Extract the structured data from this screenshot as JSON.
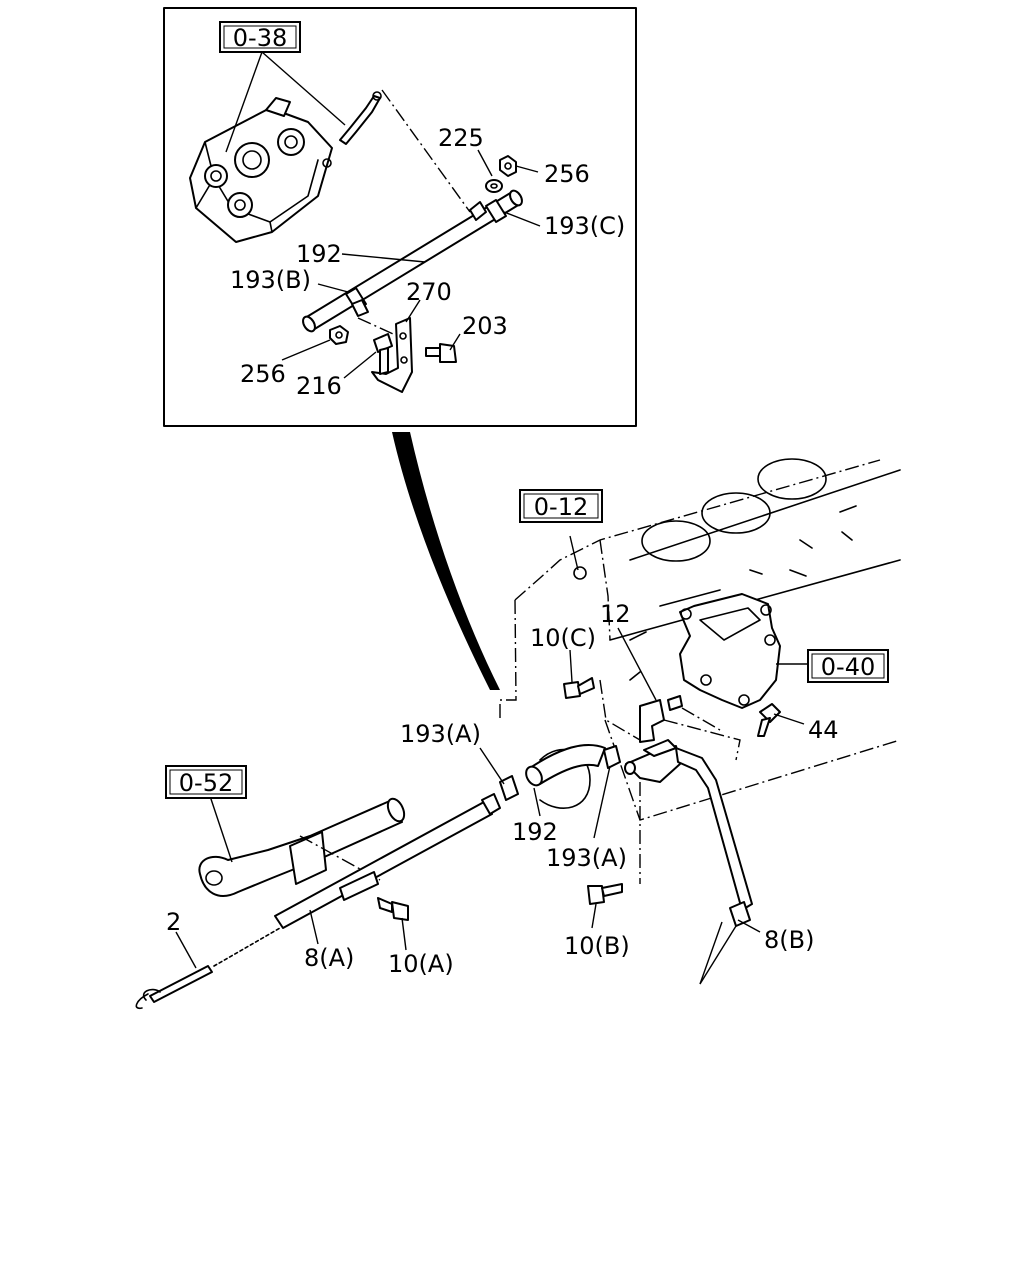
{
  "references": {
    "ref_0_38": "0-38",
    "ref_0_12": "0-12",
    "ref_0_40": "0-40",
    "ref_0_52": "0-52"
  },
  "inset_labels": {
    "p225": "225",
    "p256_top": "256",
    "p193c": "193(C)",
    "p192_inset": "192",
    "p193b": "193(B)",
    "p270": "270",
    "p203": "203",
    "p256_bottom": "256",
    "p216": "216"
  },
  "main_labels": {
    "p10c": "10(C)",
    "p12": "12",
    "p44": "44",
    "p193a_left": "193(A)",
    "p192_main": "192",
    "p193a_right": "193(A)",
    "p10b": "10(B)",
    "p8b": "8(B)",
    "p2": "2",
    "p8a": "8(A)",
    "p10a": "10(A)"
  }
}
